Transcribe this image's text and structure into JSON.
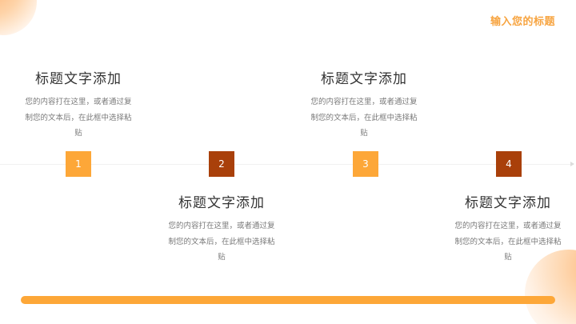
{
  "header": {
    "title": "输入您的标题"
  },
  "colors": {
    "accent_light": "#fda738",
    "accent_dark": "#a9400a",
    "title_text": "#f7a440",
    "heading_text": "#333333",
    "body_text": "#7a7a7a"
  },
  "steps": [
    {
      "number": "1",
      "title": "标题文字添加",
      "body": "您的内容打在这里，或者通过复制您的文本后，在此框中选择粘贴"
    },
    {
      "number": "2",
      "title": "标题文字添加",
      "body": "您的内容打在这里，或者通过复制您的文本后，在此框中选择粘贴"
    },
    {
      "number": "3",
      "title": "标题文字添加",
      "body": "您的内容打在这里，或者通过复制您的文本后，在此框中选择粘贴"
    },
    {
      "number": "4",
      "title": "标题文字添加",
      "body": "您的内容打在这里，或者通过复制您的文本后，在此框中选择粘贴"
    }
  ]
}
